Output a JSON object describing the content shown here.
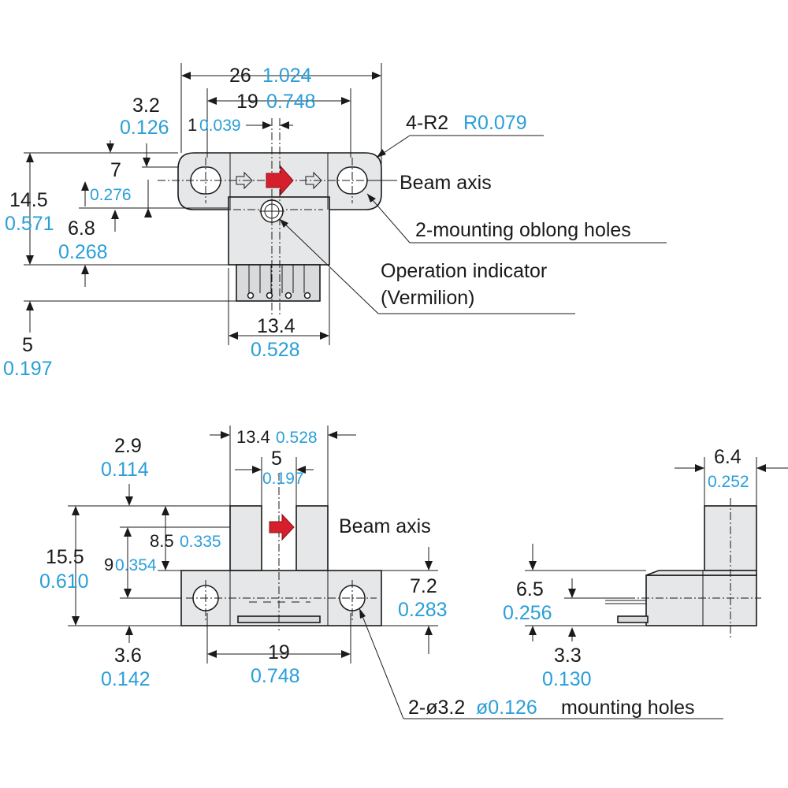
{
  "colors": {
    "line": "#1a1a1a",
    "inch_text": "#2a9fd8",
    "body_fill": "#e6e7e8",
    "beam_arrow": "#d61f2c"
  },
  "top_view": {
    "overall_width_mm": "26",
    "overall_width_in": "1.024",
    "hole_pitch_mm": "19",
    "hole_pitch_in": "0.748",
    "slot_width_mm": "1",
    "slot_width_in": "0.039",
    "corner_radius_mm": "4-R2",
    "corner_radius_in": "R0.079",
    "flange_offset_mm": "3.2",
    "flange_offset_in": "0.126",
    "axis_offset_mm": "7",
    "axis_offset_in": "0.276",
    "height_mm": "14.5",
    "height_in": "0.571",
    "indicator_offset_mm": "6.8",
    "indicator_offset_in": "0.268",
    "terminal_length_mm": "5",
    "terminal_length_in": "0.197",
    "body_width_mm": "13.4",
    "body_width_in": "0.528",
    "beam_axis_label": "Beam axis",
    "oblong_holes_label": "2-mounting oblong holes",
    "indicator_label_line1": "Operation indicator",
    "indicator_label_line2": "(Vermilion)"
  },
  "front_view": {
    "body_width_mm": "13.4",
    "body_width_in": "0.528",
    "slot_width_mm": "5",
    "slot_width_in": "0.197",
    "top_offset_mm": "2.9",
    "top_offset_in": "0.114",
    "total_height_mm": "15.5",
    "total_height_in": "0.610",
    "axis_height_mm": "8.5",
    "axis_height_in": "0.335",
    "axis_from_base_mm": "9",
    "axis_from_base_in": "0.354",
    "base_height_mm": "7.2",
    "base_height_in": "0.283",
    "hole_height_mm": "3.6",
    "hole_height_in": "0.142",
    "hole_pitch_mm": "19",
    "hole_pitch_in": "0.748",
    "beam_axis_label": "Beam axis",
    "holes_label_mm": "2-ø3.2",
    "holes_label_in": "ø0.126",
    "holes_label_suffix": "mounting holes"
  },
  "side_view": {
    "width_mm": "6.4",
    "width_in": "0.252",
    "terminal_height_mm": "6.5",
    "terminal_height_in": "0.256",
    "base_offset_mm": "3.3",
    "base_offset_in": "0.130"
  }
}
